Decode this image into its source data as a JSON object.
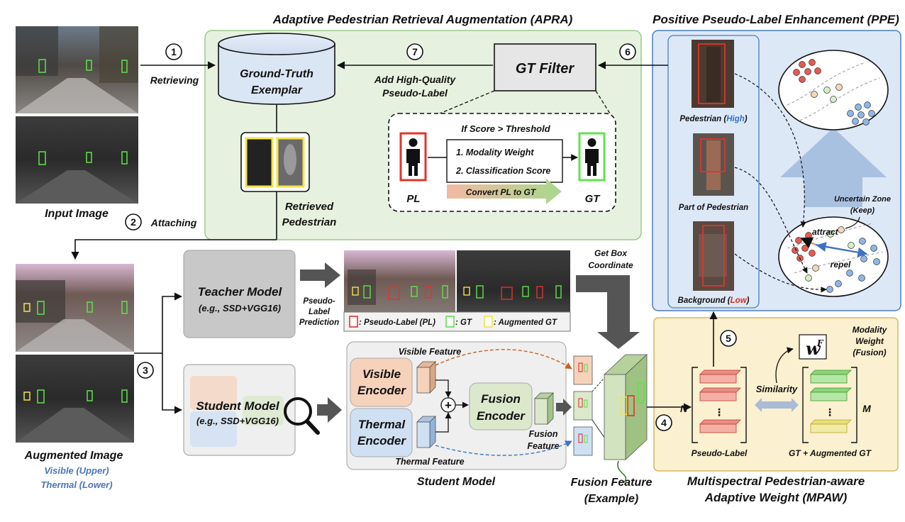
{
  "colors": {
    "apra_bg": "#e6f2df",
    "apra_border": "#9cc98a",
    "ppe_bg": "#dde8f7",
    "ppe_border": "#4a7cc0",
    "mpaw_bg": "#fbf0cf",
    "mpaw_border": "#d9b85a",
    "teacher_box": "#c8c8c8",
    "student_box": "#efefef",
    "visible_enc": "#f6d2bb",
    "thermal_enc": "#cfe0f3",
    "fusion_enc": "#dbe8cc",
    "pl_red": "#e0342c",
    "gt_green": "#5ee34a",
    "aug_yellow": "#f3e34a",
    "high_blue": "#2f6fd0",
    "low_red": "#d62b22",
    "legend_blue": "#4a76b8"
  },
  "sections": {
    "apra_title": "Adaptive Pedestrian Retrieval Augmentation (APRA)",
    "ppe_title": "Positive Pseudo-Label Enhancement (PPE)",
    "mpaw_title_1": "Multispectral Pedestrian-aware",
    "mpaw_title_2": "Adaptive Weight (MPAW)"
  },
  "steps": {
    "s1": "①",
    "s2": "②",
    "s3": "③",
    "s4": "④",
    "s5": "⑤",
    "s6": "⑥",
    "s7": "⑦"
  },
  "labels": {
    "retrieving": "Retrieving",
    "attaching": "Attaching",
    "input_image": "Input Image",
    "augmented_image": "Augmented Image",
    "visible_upper": "Visible (Upper)",
    "thermal_lower": "Thermal (Lower)",
    "gt_exemplar_1": "Ground-Truth",
    "gt_exemplar_2": "Exemplar",
    "retrieved_1": "Retrieved",
    "retrieved_2": "Pedestrian",
    "add_hq_1": "Add High-Quality",
    "add_hq_2": "Pseudo-Label",
    "gt_filter": "GT Filter",
    "if_score": "If Score > Threshold",
    "modality_weight_item": "1. Modality Weight",
    "classification_item": "2. Classification Score",
    "convert": "Convert PL to GT",
    "pl": "PL",
    "gt": "GT",
    "teacher_1": "Teacher Model",
    "teacher_2": "(e.g., SSD+VGG16)",
    "pseudo_pred_1": "Pseudo-",
    "pseudo_pred_2": "Label",
    "pseudo_pred_3": "Prediction",
    "legend_pl": ": Pseudo-Label (PL)",
    "legend_gt": ": GT",
    "legend_aug": ": Augmented GT",
    "get_box_1": "Get Box",
    "get_box_2": "Coordinate",
    "student_1": "Student Model",
    "student_2": "(e.g., SSD+VGG16)",
    "visible_feature": "Visible Feature",
    "thermal_feature": "Thermal Feature",
    "visible_enc_1": "Visible",
    "visible_enc_2": "Encoder",
    "thermal_enc_1": "Thermal",
    "thermal_enc_2": "Encoder",
    "fusion_enc_1": "Fusion",
    "fusion_enc_2": "Encoder",
    "fusion_feat_1": "Fusion",
    "fusion_feat_2": "Feature",
    "student_model_caption": "Student Model",
    "fusion_example_1": "Fusion Feature",
    "fusion_example_2": "(Example)",
    "pedestrian": "Pedestrian (",
    "high": "High",
    "close_paren": ")",
    "part_of_ped": "Part of Pedestrian",
    "background": "Background (",
    "low": "Low",
    "uncertain_1": "Uncertain Zone",
    "uncertain_2": "(Keep)",
    "attract": "attract",
    "repel": "repel",
    "n": "N",
    "m": "M",
    "similarity": "Similarity",
    "pseudo_label": "Pseudo-Label",
    "gt_aug": "GT + Augmented GT",
    "modality_weight_1": "Modality",
    "modality_weight_2": "Weight",
    "modality_weight_3": "(Fusion)",
    "wf_main": "w",
    "wf_sup": "F",
    "dots": "⋮",
    "plus": "+"
  }
}
